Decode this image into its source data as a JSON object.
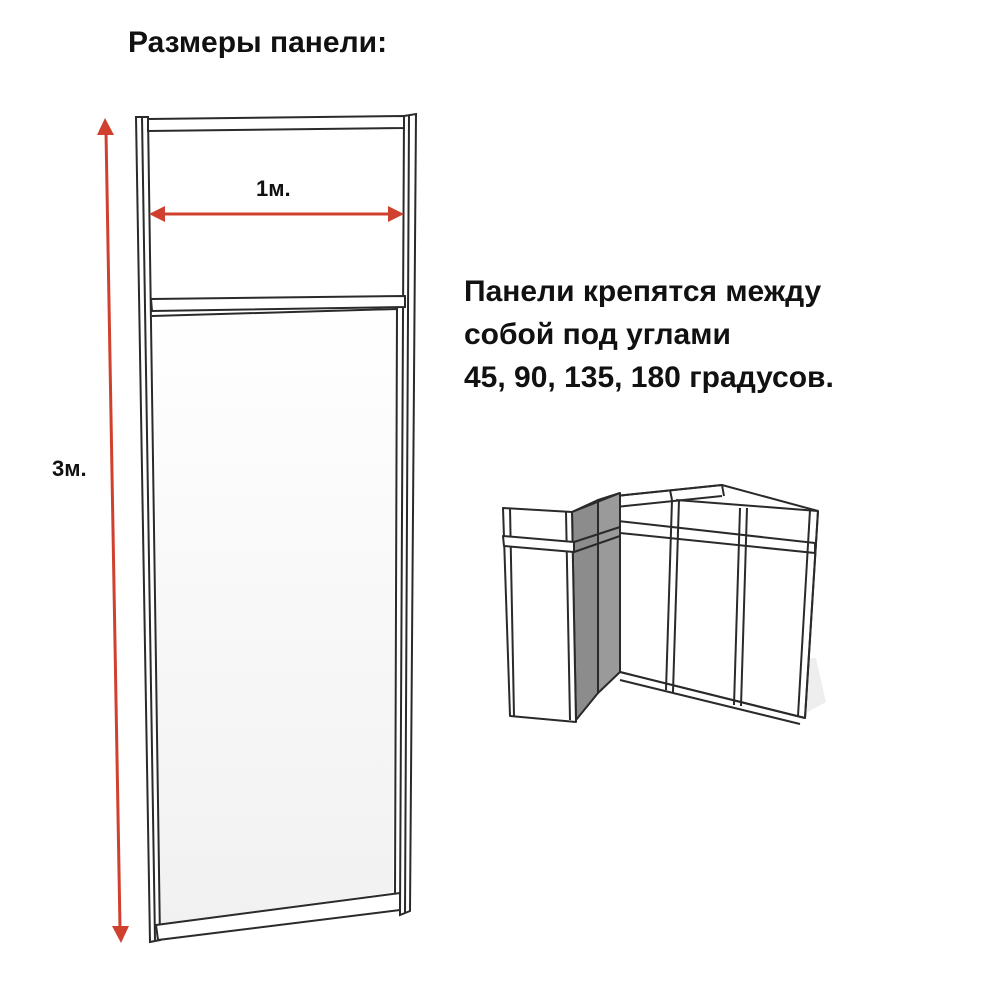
{
  "heading": "Размеры панели:",
  "dimensions": {
    "width_label": "1м.",
    "height_label": "3м.",
    "arrow_color": "#d0402f"
  },
  "description": {
    "line1": "Панели крепятся между",
    "line2": "собой под углами",
    "line3": "45, 90, 135, 180 градусов."
  }
}
